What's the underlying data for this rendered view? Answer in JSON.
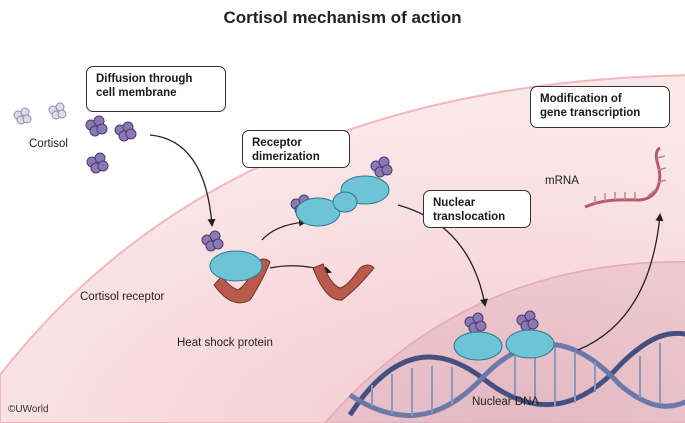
{
  "title": "Cortisol mechanism of action",
  "steps": {
    "diffusion": "Diffusion through\ncell membrane",
    "dimerization": "Receptor\ndimerization",
    "translocation": "Nuclear\ntranslocation",
    "modification": "Modification of\ngene transcription"
  },
  "labels": {
    "cortisol": "Cortisol",
    "receptor": "Cortisol receptor",
    "hsp": "Heat shock protein",
    "mrna": "mRNA",
    "dna": "Nuclear DNA"
  },
  "copyright": "©UWorld",
  "colors": {
    "cortisol": "#8c78b4",
    "receptor": "#6ec3d6",
    "hsp": "#b85a4c",
    "membrane": "#f6d6d8",
    "nucleus": "#ebc7cf",
    "dna": "#4a5a8c"
  }
}
